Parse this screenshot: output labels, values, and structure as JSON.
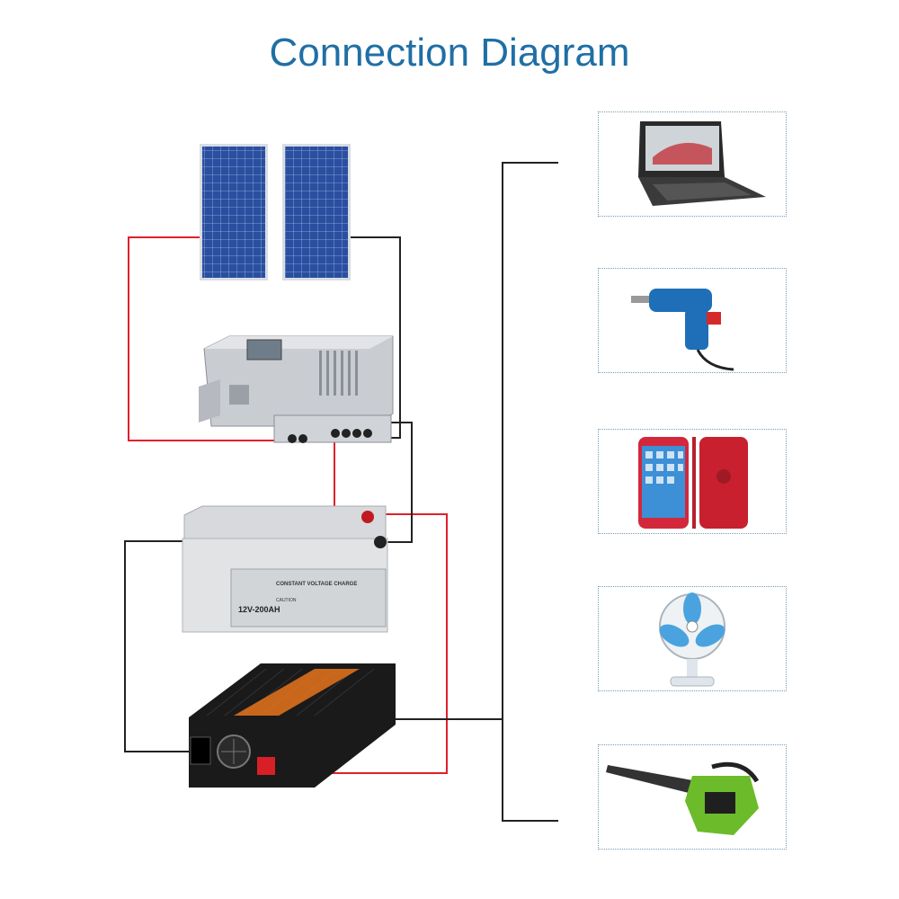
{
  "title": "Connection Diagram",
  "battery": {
    "label": "12V-200AH",
    "header": "CONSTANT VOLTAGE CHARGE",
    "caution": "CAUTION"
  },
  "colors": {
    "title": "#1f6fa6",
    "positive_wire": "#e0202a",
    "negative_wire": "#222222",
    "panel": "#2a4fa0",
    "box_border": "#7a9bb0"
  },
  "components": [
    "solar-panel",
    "solar-panel",
    "charge-controller",
    "battery",
    "inverter"
  ],
  "loads": [
    "laptop",
    "electric-drill",
    "smartphone",
    "electric-fan",
    "chainsaw"
  ]
}
